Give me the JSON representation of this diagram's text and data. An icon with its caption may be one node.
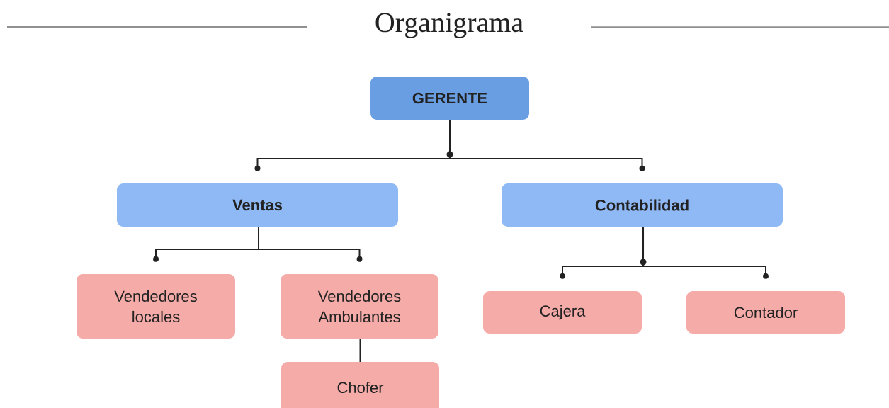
{
  "diagram": {
    "title": "Organigrama",
    "nodes": [
      {
        "text": [
          "GERENTE"
        ]
      },
      {
        "text": [
          "Ventas"
        ]
      },
      {
        "text": [
          "Contabilidad"
        ]
      },
      {
        "text": [
          "Vendedores locales"
        ]
      },
      {
        "text": [
          "Vendedores Ambulantes"
        ]
      },
      {
        "text": [
          "Chofer"
        ]
      },
      {
        "text": [
          "Cajera"
        ]
      },
      {
        "text": [
          "Contador"
        ]
      }
    ],
    "edges": [
      {
        "from": 0,
        "to": 1,
        "arrow": "to"
      },
      {
        "from": 0,
        "to": 2,
        "arrow": "to"
      },
      {
        "from": 1,
        "to": 3,
        "arrow": "to"
      },
      {
        "from": 1,
        "to": 4,
        "arrow": "to"
      },
      {
        "from": 2,
        "to": 6,
        "arrow": "to"
      },
      {
        "from": 2,
        "to": 7,
        "arrow": "to"
      },
      {
        "from": 4,
        "to": 5,
        "arrow": "none"
      }
    ]
  }
}
